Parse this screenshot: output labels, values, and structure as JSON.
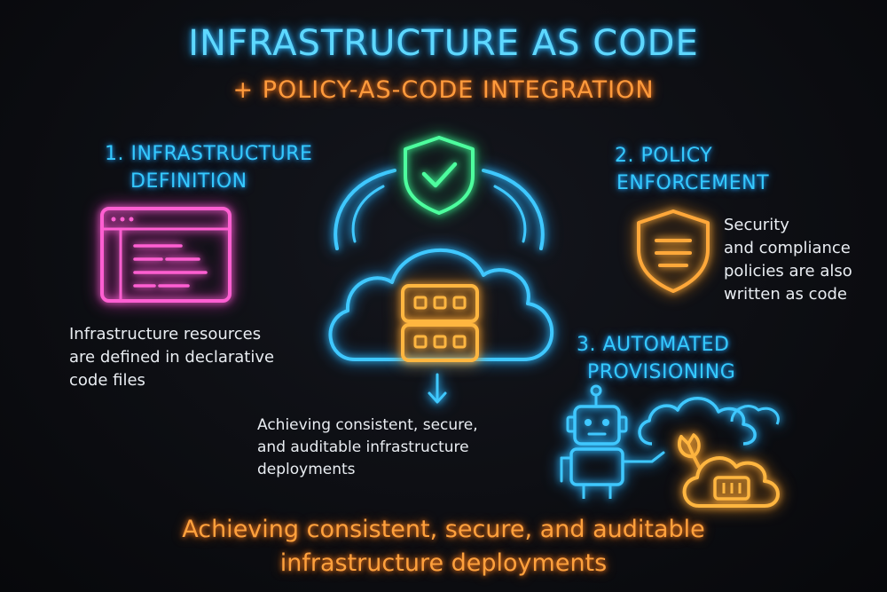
{
  "header": {
    "title": "INFRASTRUCTURE AS CODE",
    "subtitle": "+ POLICY-AS-CODE INTEGRATION"
  },
  "sections": [
    {
      "heading_line1": "1. INFRASTRUCTURE",
      "heading_line2": "DEFINITION",
      "icon": "code-window-icon",
      "text_lines": [
        "Infrastructure resources",
        "are defined in declarative",
        "code files"
      ]
    },
    {
      "heading_line1": "2. POLICY",
      "heading_line2": "ENFORCEMENT",
      "icon": "policy-shield-icon",
      "text_lines": [
        "Security",
        "and compliance",
        "policies are also",
        "written as code"
      ]
    },
    {
      "heading_line1": "3. AUTOMATED",
      "heading_line2": "PROVISIONING",
      "icon": "robot-cloud-icon",
      "text_lines": []
    }
  ],
  "center": {
    "icons": [
      "check-shield-icon",
      "cloud-icon",
      "server-rack-icon",
      "down-arrow-icon"
    ],
    "text_lines": [
      "Achieving consistent, secure,",
      "and auditable infrastructure",
      "deployments"
    ]
  },
  "footer": {
    "line1": "Achieving consistent, secure, and auditable",
    "line2": "infrastructure deployments"
  },
  "colors": {
    "title": "#5ed8ff",
    "subtitle": "#ff9a3c",
    "heading": "#35c9ff",
    "code_window": "#ff5fd2",
    "policy_shield": "#ffa83a",
    "check_shield": "#4dff9e",
    "cloud": "#3fc8ff",
    "server": "#ffb640",
    "footer": "#ffa13d"
  }
}
